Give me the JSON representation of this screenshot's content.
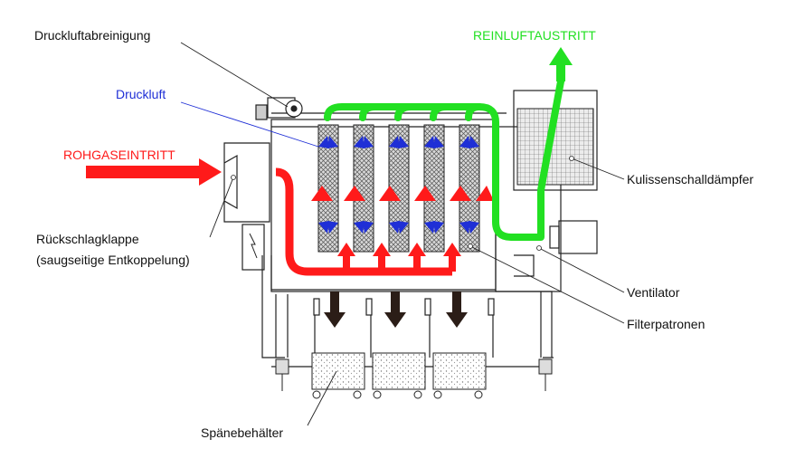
{
  "labels": {
    "druckluftabreinigung": "Druckluftabreinigung",
    "druckluft": "Druckluft",
    "rohgaseintritt": "ROHGASEINTRITT",
    "reinluftaustritt": "REINLUFTAUSTRITT",
    "rueckschlagklappe": "Rückschlagklappe",
    "entkoppelung": "(saugseitige Entkoppelung)",
    "kulissenschalldaempfer": "Kulissenschalldämpfer",
    "ventilator": "Ventilator",
    "filterpatronen": "Filterpatronen",
    "spaenebehaelter": "Spänebehälter"
  },
  "colors": {
    "raw_gas": "#ff1a1a",
    "clean_air": "#22e022",
    "compressed_air": "#1f2fd6",
    "chips": "#2b1d17",
    "outline": "#222222"
  },
  "counts": {
    "filter_cartridges": 5,
    "chip_containers": 3
  }
}
